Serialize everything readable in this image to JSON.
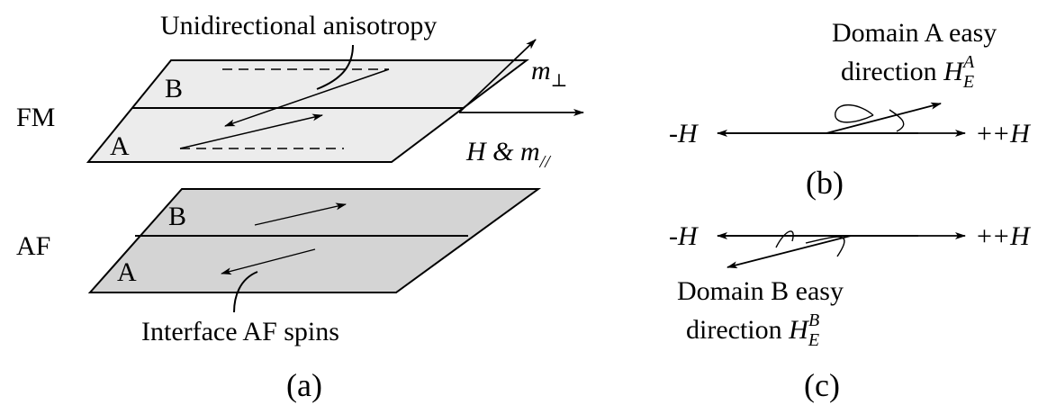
{
  "layers": {
    "fm_label": "FM",
    "af_label": "AF",
    "fm_domain_top": "B",
    "fm_domain_bottom": "A",
    "af_domain_top": "B",
    "af_domain_bottom": "A"
  },
  "annotations": {
    "unidirectional": "Unidirectional anisotropy",
    "interface_spins": "Interface AF spins"
  },
  "axes": {
    "m_perp": "m",
    "m_perp_sub": "⊥",
    "h_and_m_par": "H & m",
    "h_and_m_par_sub": "//"
  },
  "panel_b": {
    "neg_h": "-H",
    "pos_h": "+H",
    "domain_text_line1": "Domain A easy",
    "domain_text_line2": "direction",
    "easy_symbol": "H",
    "easy_sub": "E",
    "easy_sup": "A"
  },
  "panel_c": {
    "neg_h": "-H",
    "pos_h": "+H",
    "domain_text_line1": "Domain B easy",
    "domain_text_line2": "direction",
    "easy_symbol": "H",
    "easy_sub": "E",
    "easy_sup": "B"
  },
  "captions": {
    "a": "(a)",
    "b": "(b)",
    "c": "(c)"
  }
}
